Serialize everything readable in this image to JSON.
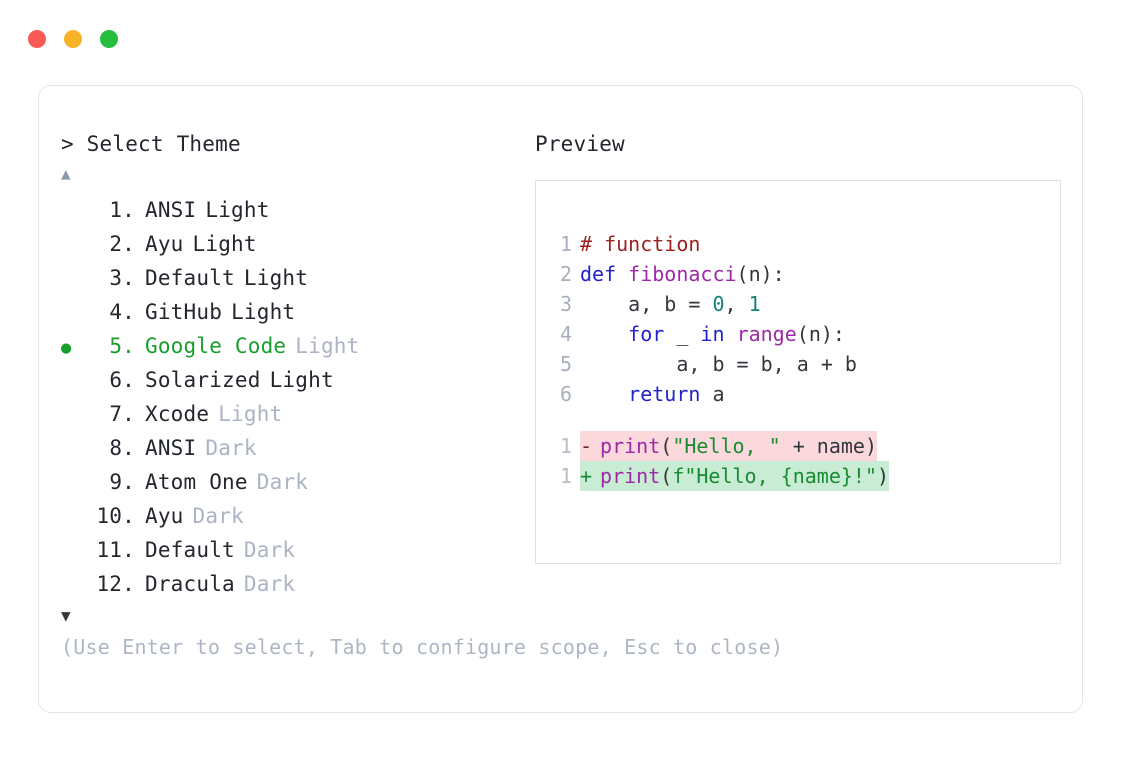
{
  "window": {
    "traffic_lights": [
      {
        "name": "close-button",
        "color": "#fa5a55"
      },
      {
        "name": "minimize-button",
        "color": "#f7b32a"
      },
      {
        "name": "maximize-button",
        "color": "#24bd3c"
      }
    ]
  },
  "picker": {
    "prompt": "> Select Theme",
    "scroll_up": "▲",
    "scroll_down": "▼",
    "selected_index": 5,
    "selected_marker": "●",
    "options": [
      {
        "num": "1.",
        "name": "ANSI",
        "variant": "Light",
        "variant_muted": false,
        "selected": false
      },
      {
        "num": "2.",
        "name": "Ayu",
        "variant": "Light",
        "variant_muted": false,
        "selected": false
      },
      {
        "num": "3.",
        "name": "Default",
        "variant": "Light",
        "variant_muted": false,
        "selected": false
      },
      {
        "num": "4.",
        "name": "GitHub",
        "variant": "Light",
        "variant_muted": false,
        "selected": false
      },
      {
        "num": "5.",
        "name": "Google Code",
        "variant": "Light",
        "variant_muted": true,
        "selected": true
      },
      {
        "num": "6.",
        "name": "Solarized",
        "variant": "Light",
        "variant_muted": false,
        "selected": false
      },
      {
        "num": "7.",
        "name": "Xcode",
        "variant": "Light",
        "variant_muted": true,
        "selected": false
      },
      {
        "num": "8.",
        "name": "ANSI",
        "variant": "Dark",
        "variant_muted": true,
        "selected": false
      },
      {
        "num": "9.",
        "name": "Atom One",
        "variant": "Dark",
        "variant_muted": true,
        "selected": false
      },
      {
        "num": "10.",
        "name": "Ayu",
        "variant": "Dark",
        "variant_muted": true,
        "selected": false
      },
      {
        "num": "11.",
        "name": "Default",
        "variant": "Dark",
        "variant_muted": true,
        "selected": false
      },
      {
        "num": "12.",
        "name": "Dracula",
        "variant": "Dark",
        "variant_muted": true,
        "selected": false
      }
    ],
    "hint": "(Use Enter to select, Tab to configure scope, Esc to close)"
  },
  "preview": {
    "title": "Preview",
    "code_lines": [
      {
        "ln": "1",
        "tokens": [
          {
            "t": "# function",
            "c": "tok-comment"
          }
        ]
      },
      {
        "ln": "2",
        "tokens": [
          {
            "t": "def ",
            "c": "tok-keyword"
          },
          {
            "t": "fibonacci",
            "c": "tok-func"
          },
          {
            "t": "(n):",
            "c": "tok-punct"
          }
        ]
      },
      {
        "ln": "3",
        "tokens": [
          {
            "t": "    a, b = ",
            "c": "tok-plain"
          },
          {
            "t": "0",
            "c": "tok-number"
          },
          {
            "t": ", ",
            "c": "tok-plain"
          },
          {
            "t": "1",
            "c": "tok-number"
          }
        ]
      },
      {
        "ln": "4",
        "tokens": [
          {
            "t": "    ",
            "c": "tok-plain"
          },
          {
            "t": "for",
            "c": "tok-keyword"
          },
          {
            "t": " _ ",
            "c": "tok-plain"
          },
          {
            "t": "in",
            "c": "tok-keyword"
          },
          {
            "t": " ",
            "c": "tok-plain"
          },
          {
            "t": "range",
            "c": "tok-func"
          },
          {
            "t": "(n):",
            "c": "tok-punct"
          }
        ]
      },
      {
        "ln": "5",
        "tokens": [
          {
            "t": "        a, b = b, a + b",
            "c": "tok-plain"
          }
        ]
      },
      {
        "ln": "6",
        "tokens": [
          {
            "t": "    ",
            "c": "tok-plain"
          },
          {
            "t": "return",
            "c": "tok-keyword"
          },
          {
            "t": " a",
            "c": "tok-plain"
          }
        ]
      }
    ],
    "diff_lines": [
      {
        "ln": "1",
        "sign": "-",
        "kind": "del",
        "tokens": [
          {
            "t": "print",
            "c": "tok-func"
          },
          {
            "t": "(",
            "c": "tok-punct"
          },
          {
            "t": "\"Hello, \"",
            "c": "tok-string"
          },
          {
            "t": " + name)",
            "c": "tok-plain"
          }
        ]
      },
      {
        "ln": "1",
        "sign": "+",
        "kind": "add",
        "tokens": [
          {
            "t": "print",
            "c": "tok-func"
          },
          {
            "t": "(",
            "c": "tok-punct"
          },
          {
            "t": "f\"Hello, {name}!\"",
            "c": "tok-string"
          },
          {
            "t": ")",
            "c": "tok-punct"
          }
        ]
      }
    ]
  },
  "colors": {
    "accent_green": "#1a9e2e",
    "muted_text": "#abb3c4",
    "body_text": "#23262d",
    "diff_del_bg": "#fbd8dc",
    "diff_add_bg": "#c9ecd4",
    "card_border": "#e3e5ea",
    "panel_border": "#dcdfe8"
  }
}
